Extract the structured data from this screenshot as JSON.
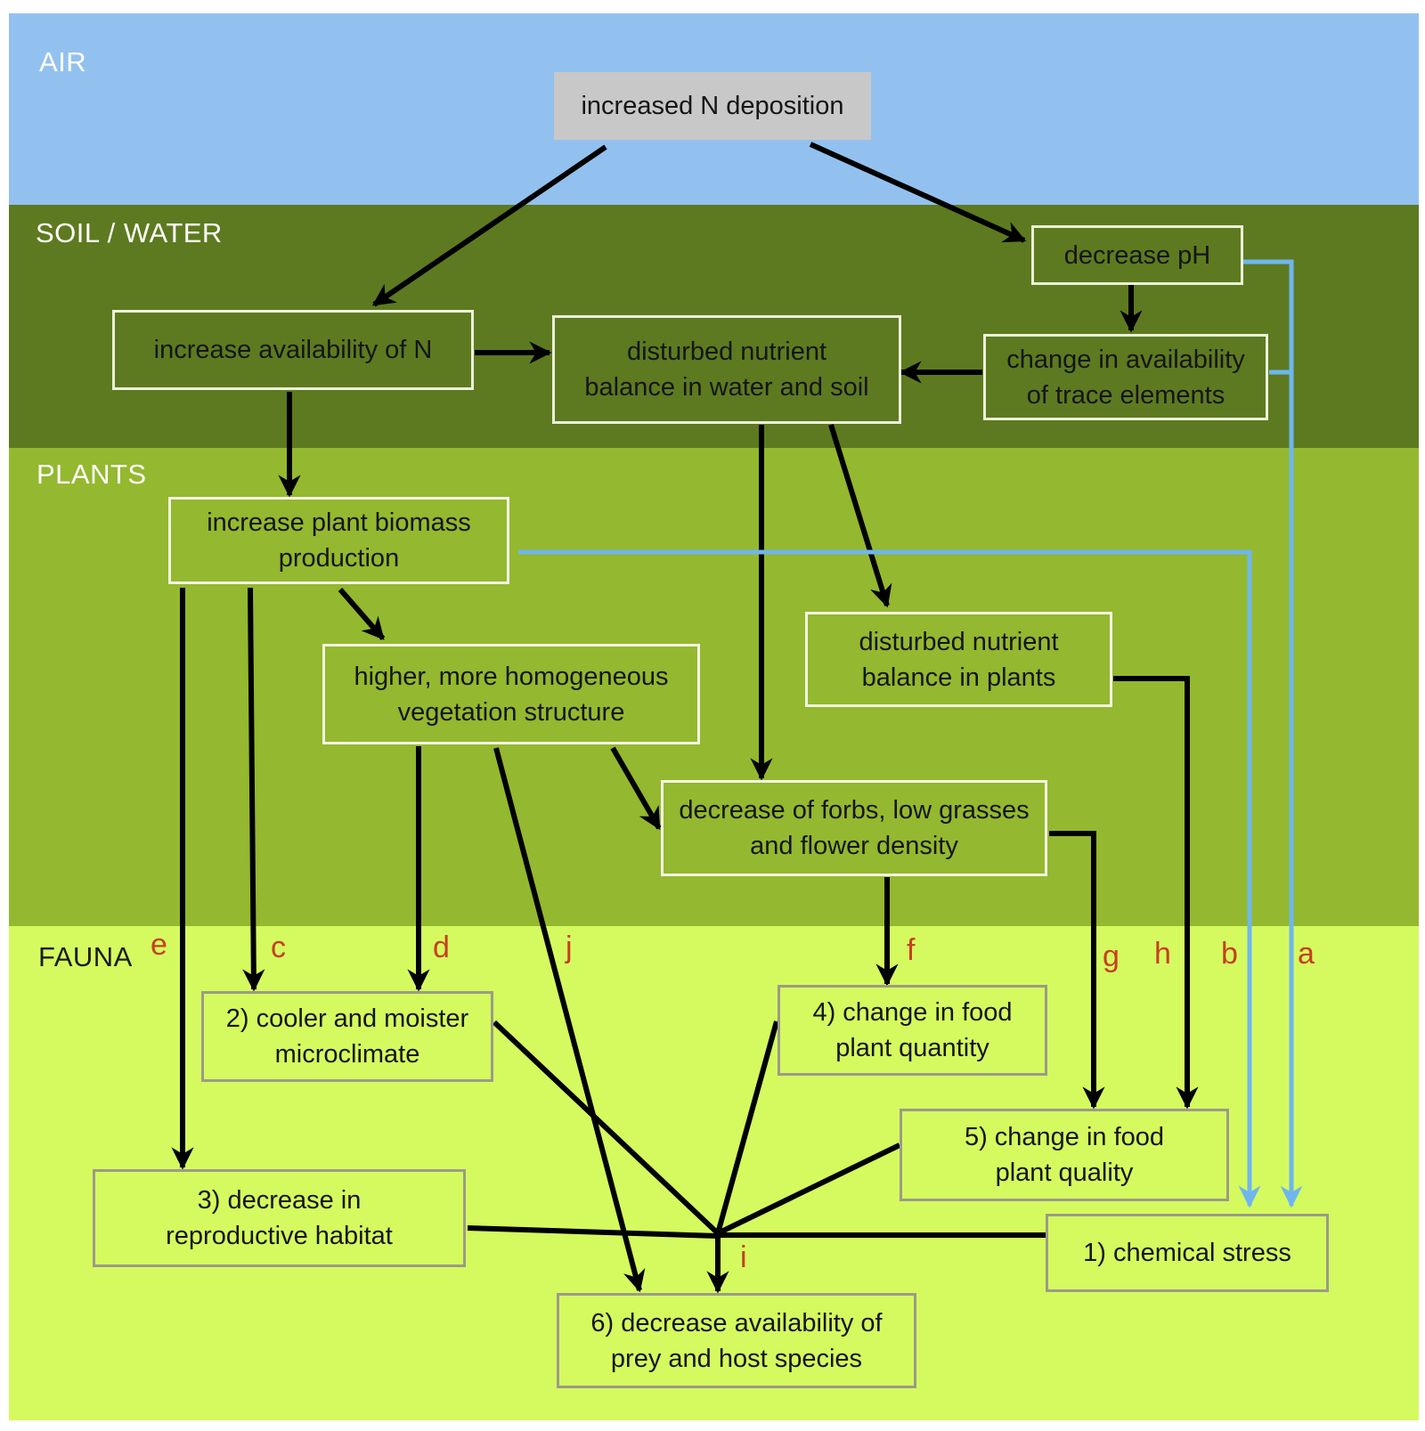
{
  "zones": {
    "air": "AIR",
    "soil": "SOIL / WATER",
    "plants": "PLANTS",
    "fauna": "FAUNA"
  },
  "boxes": {
    "n_deposition": "increased N deposition",
    "decrease_ph": "decrease pH",
    "increase_n": "increase availability of N",
    "nutrient_soil": "disturbed nutrient\nbalance in water and soil",
    "trace_elements": "change in availability\nof trace elements",
    "biomass": "increase plant biomass\nproduction",
    "nutrient_plants": "disturbed nutrient\nbalance in plants",
    "vegetation": "higher, more homogeneous\nvegetation structure",
    "forbs": "decrease of forbs, low grasses\nand flower density",
    "microclimate": "2)  cooler and moister\nmicroclimate",
    "food_quantity": "4)  change in food\nplant quantity",
    "food_quality": "5)  change in food\nplant quality",
    "reproductive": "3)  decrease  in\nreproductive habitat",
    "chemical": "1)  chemical stress",
    "prey": "6)  decrease availability of\nprey and host species"
  },
  "pathways": {
    "e": "e",
    "c": "c",
    "d": "d",
    "j": "j",
    "f": "f",
    "g": "g",
    "h": "h",
    "b": "b",
    "a": "a",
    "i": "i"
  },
  "colors": {
    "air": "#93c1ef",
    "soil": "#5d7a20",
    "plants": "#94b82f",
    "fauna": "#d5fa5f",
    "arrow": "#000000",
    "chemical_arrow": "#6fb6ee",
    "letter": "#c5401f"
  }
}
